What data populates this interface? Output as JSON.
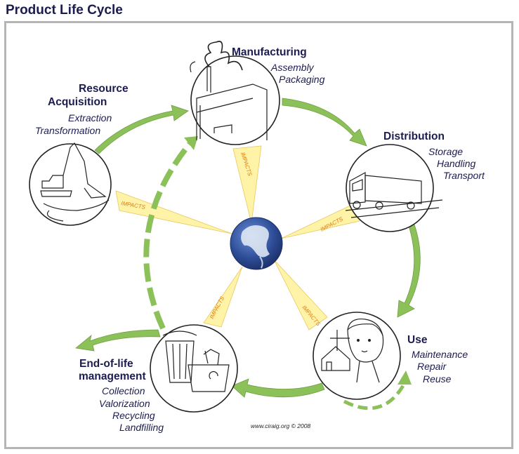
{
  "title": "Product Life Cycle",
  "credit": "www.ciraig.org © 2008",
  "impact_label": "IMPACTS",
  "colors": {
    "arrow_green": "#8cc15a",
    "impact_yellow": "#fff3a8",
    "globe_blue": "#2f4f9a",
    "text_navy": "#1c1c50"
  },
  "stages": {
    "resource": {
      "title_line1": "Resource",
      "title_line2": "Acquisition",
      "items": [
        "Extraction",
        "Transformation"
      ]
    },
    "manufacturing": {
      "title": "Manufacturing",
      "items": [
        "Assembly",
        "Packaging"
      ]
    },
    "distribution": {
      "title": "Distribution",
      "items": [
        "Storage",
        "Handling",
        "Transport"
      ]
    },
    "use": {
      "title": "Use",
      "items": [
        "Maintenance",
        "Repair",
        "Reuse"
      ]
    },
    "eol": {
      "title_line1": "End-of-life",
      "title_line2": "management",
      "items": [
        "Collection",
        "Valorization",
        "Recycling",
        "Landfilling"
      ]
    }
  },
  "icons": [
    "excavator-icon",
    "factory-icon",
    "truck-icon",
    "person-house-icon",
    "trash-recycle-icon",
    "globe-icon"
  ]
}
